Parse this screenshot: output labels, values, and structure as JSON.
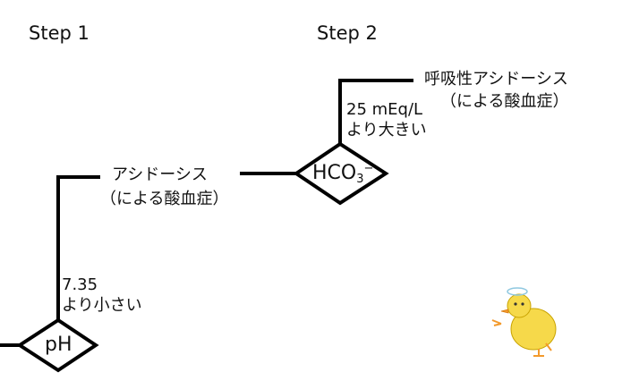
{
  "steps": {
    "step1": "Step 1",
    "step2": "Step 2"
  },
  "ph_node": {
    "label": "pH",
    "condition_line1": "7.35",
    "condition_line2": "より小さい"
  },
  "acidosis": {
    "line1": "アシドーシス",
    "line2": "（による酸血症）"
  },
  "hco3_node": {
    "label": "HCO",
    "subscript": "3",
    "superscript": "−",
    "condition_line1": "25 mEq/L",
    "condition_line2": "より大きい"
  },
  "resp_acidosis": {
    "line1": "呼吸性アシドーシス",
    "line2": "（による酸血症）"
  },
  "mascot": {
    "icon": "chick-icon",
    "color": "#f6d94a"
  }
}
